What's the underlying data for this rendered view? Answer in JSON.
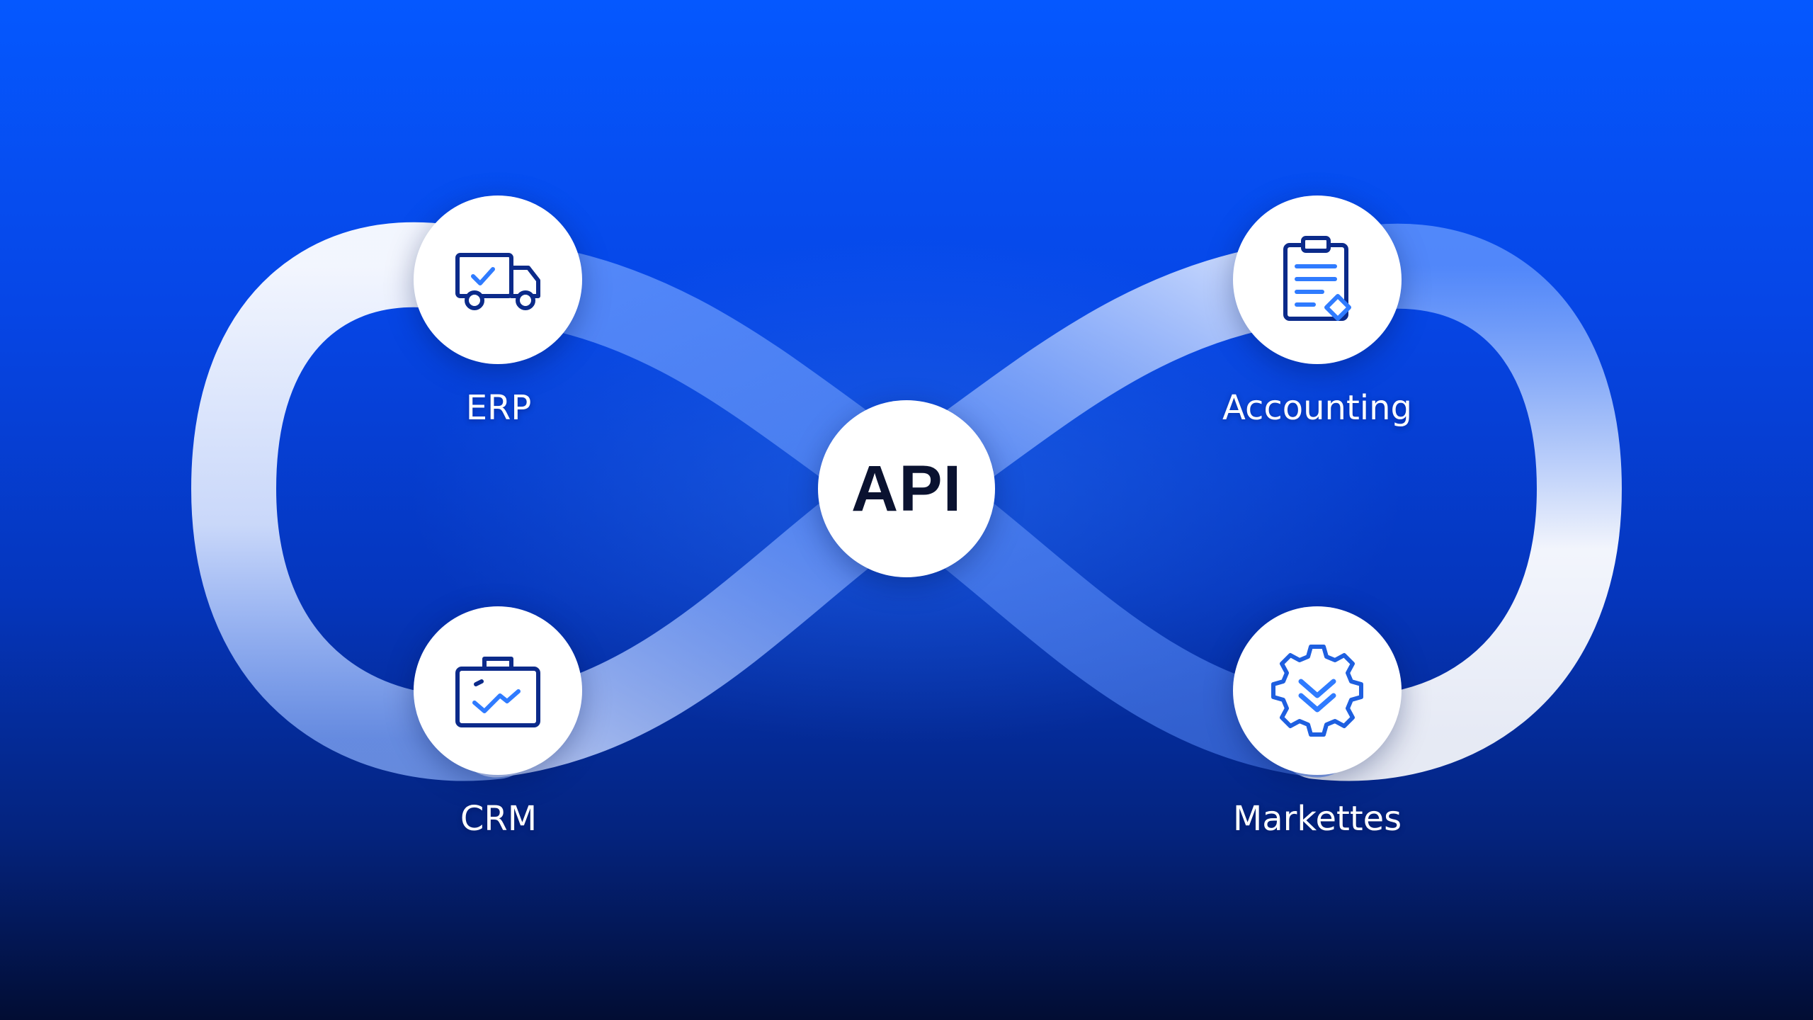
{
  "diagram": {
    "hub": {
      "label": "API"
    },
    "nodes": [
      {
        "id": "erp",
        "label": "ERP",
        "icon": "truck-icon"
      },
      {
        "id": "accounting",
        "label": "Accounting",
        "icon": "clipboard-icon"
      },
      {
        "id": "crm",
        "label": "CRM",
        "icon": "briefcase-icon"
      },
      {
        "id": "marketplaces",
        "label": "Markettes",
        "icon": "gear-check-icon"
      }
    ]
  },
  "colors": {
    "background_top": "#0558ff",
    "background_bottom": "#020d33",
    "ribbon": "#ffffff",
    "icon_stroke": "#0b2a8a",
    "icon_accent": "#2f7bff",
    "hub_text": "#0a1230"
  }
}
